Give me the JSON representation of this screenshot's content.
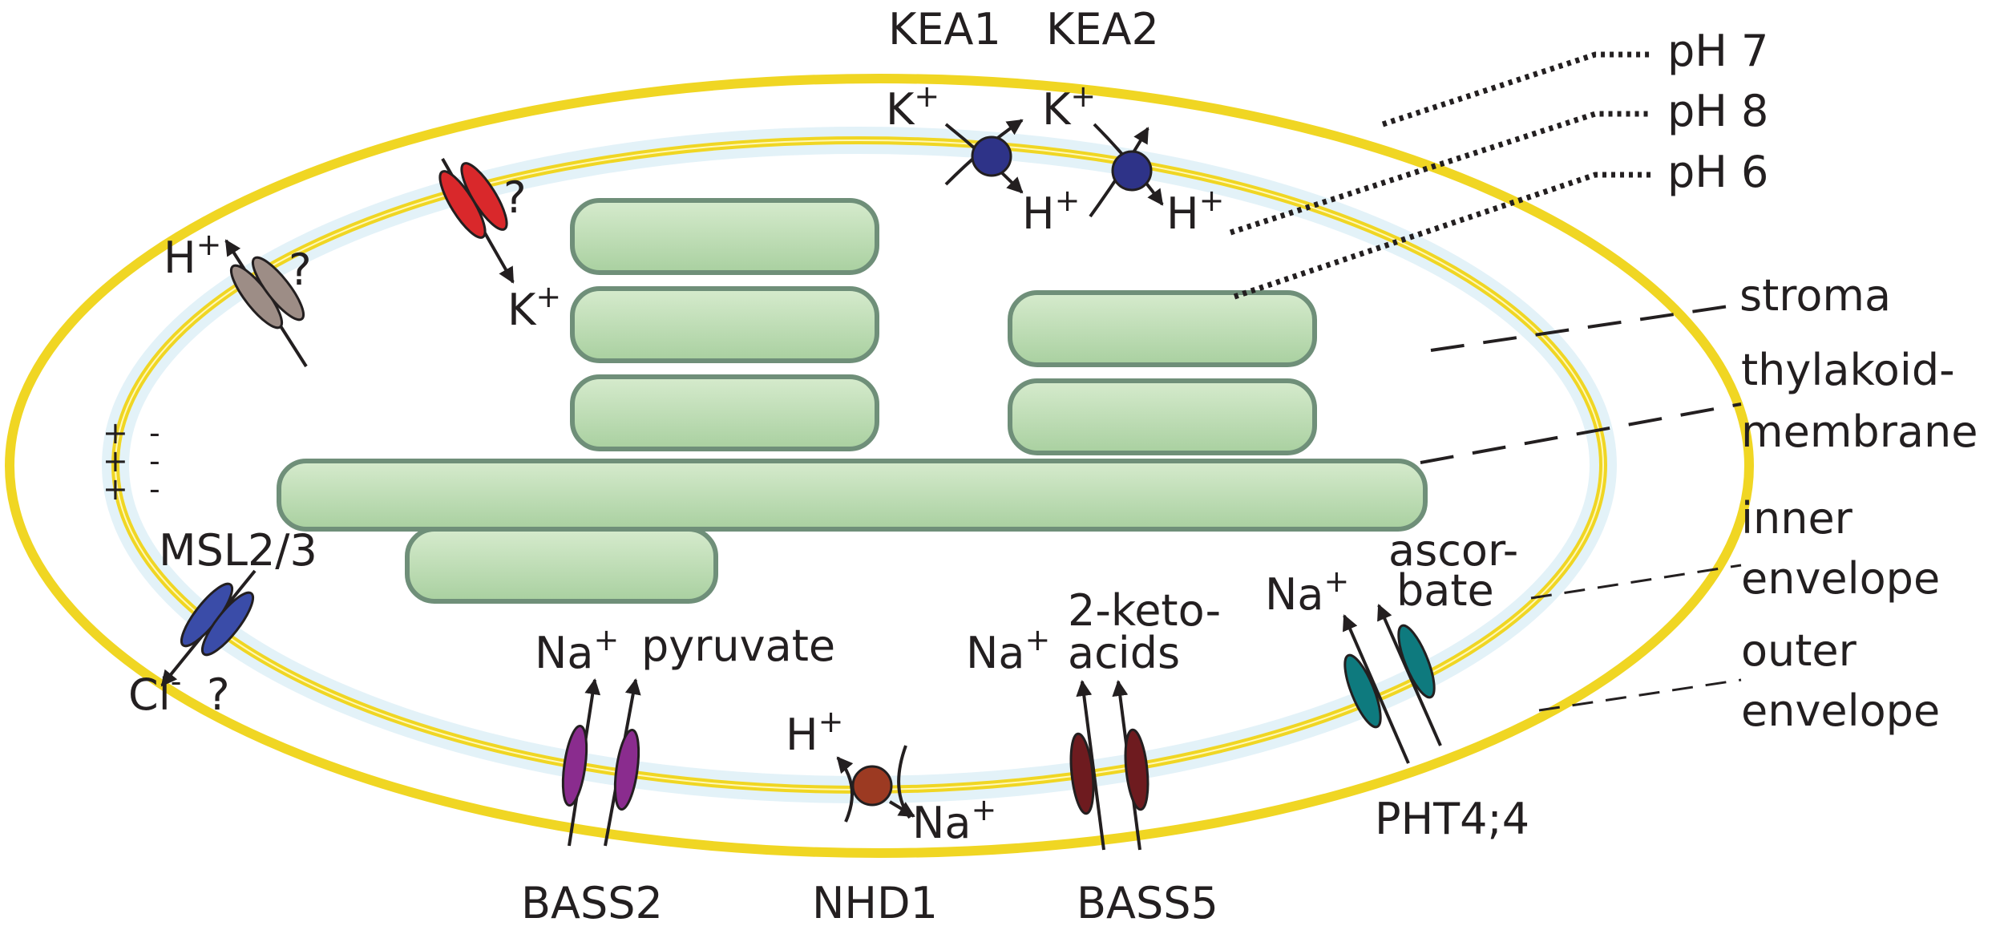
{
  "colors": {
    "envelope": "#f0d623",
    "thylakoid_fill_top": "#d6ebcd",
    "thylakoid_fill_bottom": "#a9d0a0",
    "thylakoid_border": "#8aa592",
    "kea": "#2e3388",
    "nhd1": "#9c3a22",
    "h_channel": "#9d8d86",
    "k_channel": "#d9282b",
    "msl": "#3a4ca8",
    "bass2": "#8a2c8e",
    "bass5": "#6e1b1f",
    "pht": "#0e7a7e"
  },
  "labels": {
    "kea1": "KEA1",
    "kea2": "KEA2",
    "k": "K",
    "h": "H",
    "na": "Na",
    "cl": "Cl",
    "plus": "+",
    "minus": "-",
    "question": "?",
    "msl": "MSL2/3",
    "pyruvate": "pyruvate",
    "bass2": "BASS2",
    "nhd1": "NHD1",
    "bass5": "BASS5",
    "keto_line1": "2-keto-",
    "keto_line2": "acids",
    "asc_line1": "ascor-",
    "asc_line2": "bate",
    "pht": "PHT4;4"
  },
  "legend": {
    "ph7": "pH 7",
    "ph8": "pH 8",
    "ph6": "pH 6",
    "stroma": "stroma",
    "thylakoid_line1": "thylakoid-",
    "thylakoid_line2": "membrane",
    "inner_line1": "inner",
    "inner_line2": "envelope",
    "outer_line1": "outer",
    "outer_line2": "envelope"
  }
}
